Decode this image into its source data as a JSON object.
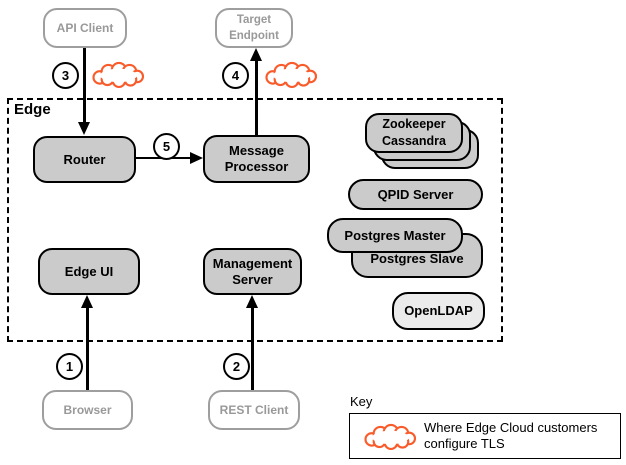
{
  "edge": {
    "label": "Edge"
  },
  "nodes": {
    "api_client": {
      "label": "API Client"
    },
    "target_endpoint": {
      "line1": "Target",
      "line2": "Endpoint"
    },
    "router": {
      "label": "Router"
    },
    "message_processor": {
      "line1": "Message",
      "line2": "Processor"
    },
    "zookeeper_cassandra": {
      "line1": "Zookeeper",
      "line2": "Cassandra"
    },
    "qpid_server": {
      "label": "QPID Server"
    },
    "postgres_master": {
      "label": "Postgres Master"
    },
    "postgres_slave": {
      "label": "Postgres Slave"
    },
    "openldap": {
      "label": "OpenLDAP"
    },
    "edge_ui": {
      "label": "Edge UI"
    },
    "management_server": {
      "line1": "Management",
      "line2": "Server"
    },
    "browser": {
      "label": "Browser"
    },
    "rest_client": {
      "label": "REST Client"
    }
  },
  "steps": {
    "step1": "1",
    "step2": "2",
    "step3": "3",
    "step4": "4",
    "step5": "5"
  },
  "key": {
    "title": "Key",
    "cloud_description": "Where Edge Cloud customers configure TLS"
  },
  "colors": {
    "node_fill": "#cbcbcb",
    "openldap_fill": "#ebebeb",
    "cloud_stroke": "#fa5b2a",
    "external_gray": "#999999",
    "line_black": "#000000"
  }
}
